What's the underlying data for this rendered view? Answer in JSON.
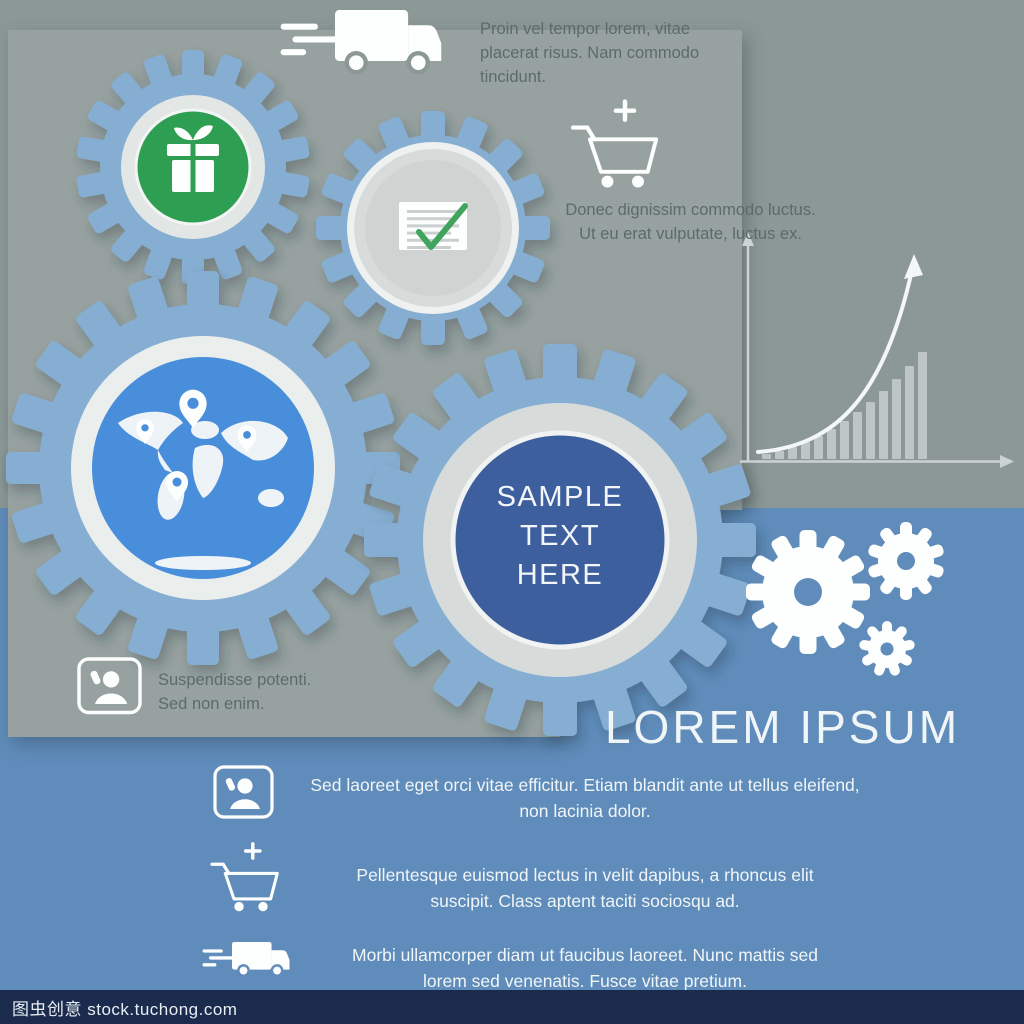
{
  "colors": {
    "bg_top": "#8c9896",
    "bg_bottom": "#5f8cba",
    "panel": "#97a2a0",
    "gear_blue": "#86aed2",
    "ring_light": "#eef1f0",
    "ring_gray": "#d7dbda",
    "ring_gray_dark": "#cfd4d3",
    "green": "#2f9e52",
    "map_blue": "#4a8edb",
    "dark_blue": "#3e5e9e",
    "white": "#fdfefe",
    "doc_line": "#c9d0cf",
    "check_green": "#41a45c",
    "axis_gray": "#ccd3d2",
    "bar_gray": "#c3cbca",
    "curve_white": "#f4f7f7",
    "text_gray": "#5b6a6a",
    "text_white": "#f0f5f7",
    "watermark_bar": "#1a2b4e"
  },
  "top_section": {
    "truck_icon": "delivery-truck-icon",
    "truck_caption": "Proin vel tempor lorem, vitae placerat risus. Nam commodo tincidunt.",
    "cart_icon": "cart-plus-icon",
    "cart_caption": "Donec dignissim commodo luctus. Ut eu erat vulputate, luctus ex."
  },
  "gears": {
    "gift_icon": "gift-icon",
    "checklist_icon": "checked-document-icon",
    "map_icon": "world-map-pins-icon",
    "sample_text": "SAMPLE\nTEXT\nHERE"
  },
  "panel_note": {
    "icon": "contact-phone-icon",
    "text": "Suspendisse potenti.\nSed non enim."
  },
  "headline": "LOREM IPSUM",
  "bottom_section": {
    "items": [
      {
        "icon": "contact-phone-icon",
        "text": "Sed laoreet eget orci vitae efficitur. Etiam blandit ante ut tellus eleifend, non lacinia dolor."
      },
      {
        "icon": "cart-plus-icon",
        "text": "Pellentesque euismod lectus in velit dapibus, a rhoncus elit suscipit. Class aptent taciti sociosqu ad."
      },
      {
        "icon": "delivery-truck-icon",
        "text": "Morbi ullamcorper diam ut faucibus laoreet. Nunc mattis sed lorem sed venenatis. Fusce vitae pretium."
      }
    ]
  },
  "watermark": "图虫创意 stock.tuchong.com",
  "chart_data": {
    "type": "bar",
    "title": "",
    "xlabel": "",
    "ylabel": "",
    "categories": [
      "",
      "",
      "",
      "",
      "",
      "",
      "",
      "",
      "",
      "",
      "",
      "",
      ""
    ],
    "values": [
      5,
      8,
      12,
      17,
      23,
      30,
      38,
      47,
      57,
      68,
      80,
      93,
      107
    ],
    "ylim": [
      0,
      120
    ],
    "grid": false,
    "legend": false,
    "annotations": [
      "white exponential growth curve ending in upward arrow",
      "plain axes with arrowheads, no tick labels"
    ]
  }
}
